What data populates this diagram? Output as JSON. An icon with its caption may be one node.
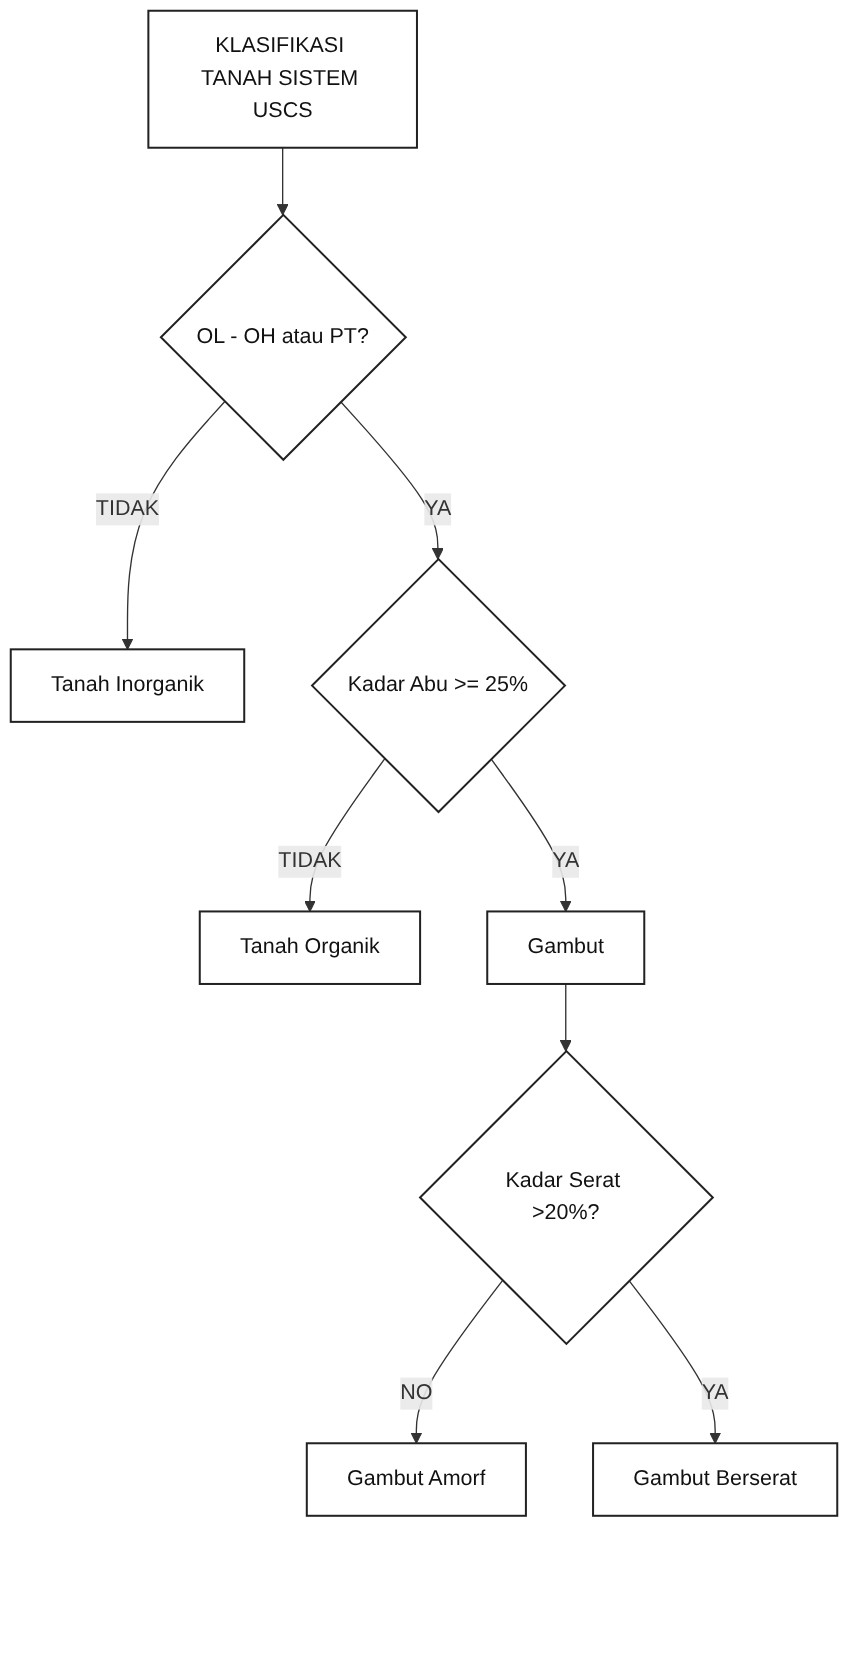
{
  "diagram": {
    "nodes": [
      {
        "text": [
          "KLASIFIKASI TANAH SISTEM USCS"
        ]
      },
      {
        "text": [
          "OL - OH atau PT?"
        ]
      },
      {
        "text": [
          "Tanah Inorganik"
        ]
      },
      {
        "text": [
          "Kadar Abu >= 25%"
        ]
      },
      {
        "text": [
          "Tanah Organik"
        ]
      },
      {
        "text": [
          "Gambut"
        ]
      },
      {
        "text": [
          "Kadar Serat >20%?"
        ]
      },
      {
        "text": [
          "Gambut Amorf"
        ]
      },
      {
        "text": [
          "Gambut Berserat"
        ]
      }
    ],
    "edges": [
      {
        "from": 0,
        "to": 1,
        "arrow": "to"
      },
      {
        "from": 1,
        "to": 2,
        "arrow": "to",
        "label": "TIDAK"
      },
      {
        "from": 1,
        "to": 3,
        "arrow": "to",
        "label": "YA"
      },
      {
        "from": 3,
        "to": 4,
        "arrow": "to",
        "label": "TIDAK"
      },
      {
        "from": 3,
        "to": 5,
        "arrow": "to",
        "label": "YA"
      },
      {
        "from": 5,
        "to": 6,
        "arrow": "to"
      },
      {
        "from": 6,
        "to": 7,
        "arrow": "to",
        "label": "NO"
      },
      {
        "from": 6,
        "to": 8,
        "arrow": "to",
        "label": "YA"
      }
    ]
  }
}
